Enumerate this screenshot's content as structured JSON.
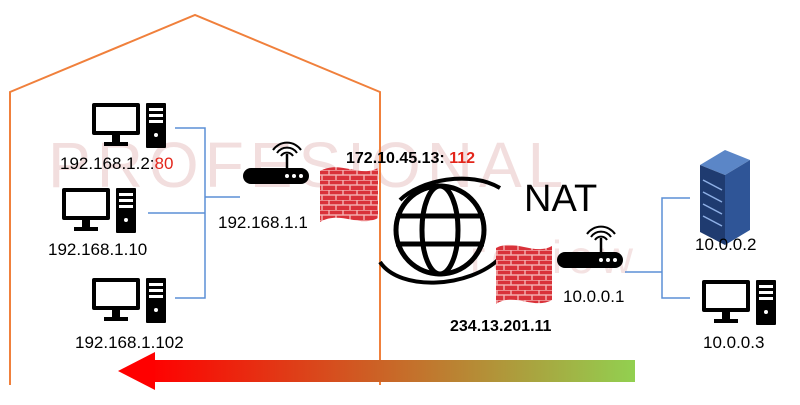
{
  "colors": {
    "house_outline": "#f0803c",
    "link_line": "#5b8fd6",
    "port_highlight": "#e3261b",
    "brick": "#d9323a",
    "arrow_start": "#ff0000",
    "arrow_end": "#92d050",
    "server": "#2f5597"
  },
  "local_network": {
    "pc1_ip": "192.168.1.2:",
    "pc1_port": "80",
    "pc2_ip": "192.168.1.10",
    "pc3_ip": "192.168.1.102",
    "router_ip": "192.168.1.1"
  },
  "public": {
    "public_ip": "172.10.45.13: ",
    "public_port": "112",
    "nat_label": "NAT",
    "remote_ip": "234.13.201.11"
  },
  "remote_network": {
    "router_ip": "10.0.0.1",
    "server_ip": "10.0.0.2",
    "pc_ip": "10.0.0.3"
  },
  "watermark": {
    "line1": "PROFESIONAL",
    "line2": "review"
  },
  "icons": {
    "computer": "desktop-computer-icon",
    "router": "wifi-router-icon",
    "firewall": "brick-firewall-icon",
    "internet": "globe-icon",
    "server": "server-tower-icon"
  }
}
